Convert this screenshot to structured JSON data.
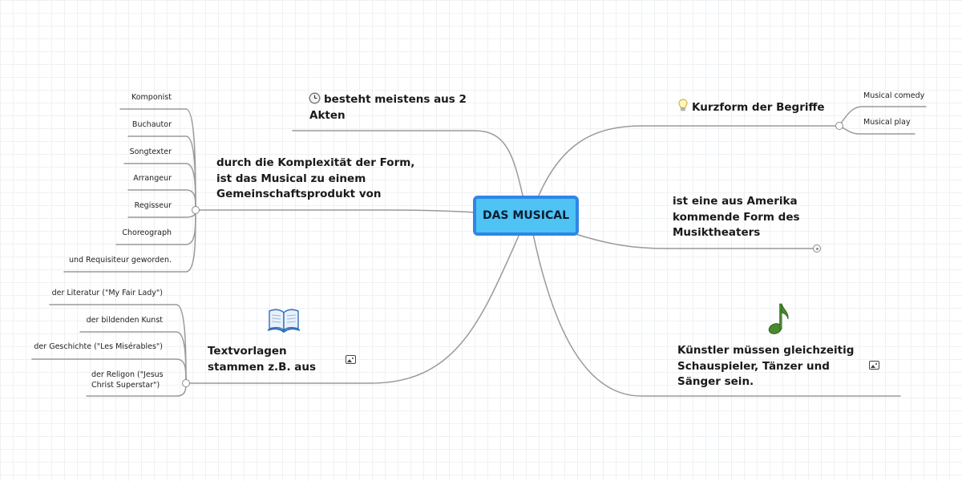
{
  "central": {
    "label": "DAS MUSICAL"
  },
  "topics": {
    "akten": "besteht meistens aus 2 Akten",
    "komplexitaet": "durch die Komplexität der Form, ist das Musical zu einem Gemeinschaftsprodukt von",
    "textvorlagen": "Textvorlagen stammen z.B. aus",
    "kurzform": "Kurzform der Begriffe",
    "amerika": "ist eine aus Amerika kommende Form des Musiktheaters",
    "kuenstler": "Künstler müssen gleichzeitig Schauspieler, Tänzer und Sänger sein."
  },
  "leaves": {
    "komplexitaet": [
      "Komponist",
      "Buchautor",
      "Songtexter",
      "Arrangeur",
      "Regisseur",
      "Choreograph",
      "und Requisiteur geworden."
    ],
    "textvorlagen": [
      "der Literatur (\"My Fair Lady\")",
      "der bildenden Kunst",
      "der Geschichte (\"Les Misérables\")",
      "der Religon (\"Jesus Christ Superstar\")"
    ],
    "kurzform": [
      "Musical comedy",
      "Musical play"
    ]
  },
  "icons": {
    "akten": "clock-icon",
    "kurzform": "lightbulb-icon",
    "textvorlagen": "book-icon",
    "kuenstler": "music-note-icon",
    "attachment": "image-icon"
  },
  "colors": {
    "central_fill": "#4fc3f3",
    "central_border": "#2f86e6",
    "branch_line": "#9a9a9a",
    "note_green": "#4a8a2e"
  }
}
